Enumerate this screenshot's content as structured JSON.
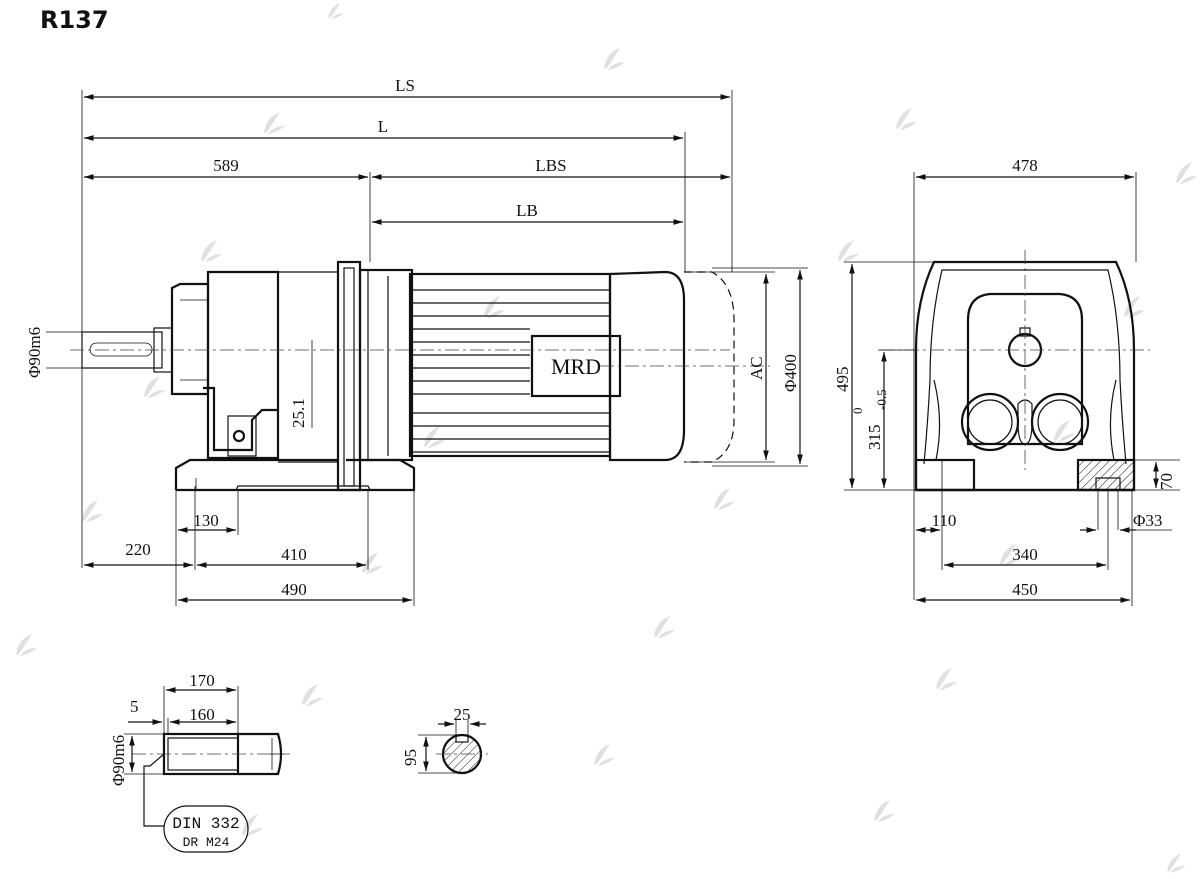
{
  "title": "R137",
  "brand_label": "MRD",
  "side_view": {
    "dims": {
      "ls": "LS",
      "l": "L",
      "d589": "589",
      "lbs": "LBS",
      "lb": "LB",
      "shaft_dia": "Φ90m6",
      "d25_1": "25.1",
      "ac": "AC",
      "d400": "Φ400",
      "d130": "130",
      "d220": "220",
      "d410": "410",
      "d490": "490"
    }
  },
  "front_view": {
    "dims": {
      "d478": "478",
      "d495": "495",
      "d315": "315",
      "tol_upper": "0",
      "tol_lower": "-0.5",
      "d70": "70",
      "d110": "110",
      "hole_dia": "Φ33",
      "d340": "340",
      "d450": "450"
    }
  },
  "shaft_detail": {
    "dims": {
      "d170": "170",
      "d5": "5",
      "d160": "160",
      "shaft_dia": "Φ90m6",
      "din_line1": "DIN 332",
      "din_line2": "DR M24"
    }
  },
  "key_section": {
    "dims": {
      "d25": "25",
      "d95": "95"
    }
  },
  "colors": {
    "line": "#111111",
    "watermark": "#e2e2e2",
    "background": "#ffffff"
  }
}
